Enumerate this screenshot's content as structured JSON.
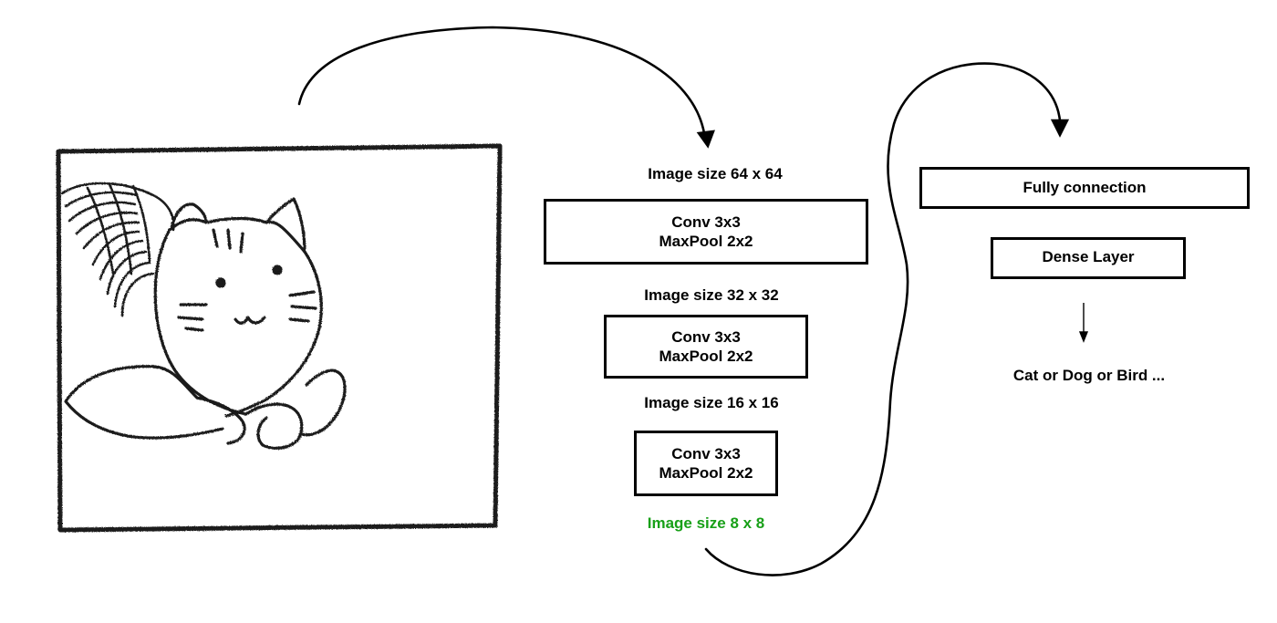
{
  "input_image": {
    "subject": "cat-sketch"
  },
  "stages": [
    {
      "size_label": "Image size 64 x 64",
      "conv_label": "Conv 3x3",
      "pool_label": "MaxPool 2x2"
    },
    {
      "size_label": "Image size 32 x 32",
      "conv_label": "Conv 3x3",
      "pool_label": "MaxPool 2x2"
    },
    {
      "size_label": "Image size 16 x 16",
      "conv_label": "Conv 3x3",
      "pool_label": "MaxPool 2x2"
    }
  ],
  "final_size_label": "Image size 8 x 8",
  "final_size_color": "#18a018",
  "fully_connection_label": "Fully connection",
  "dense_layer_label": "Dense Layer",
  "output_label": "Cat or Dog or Bird ..."
}
